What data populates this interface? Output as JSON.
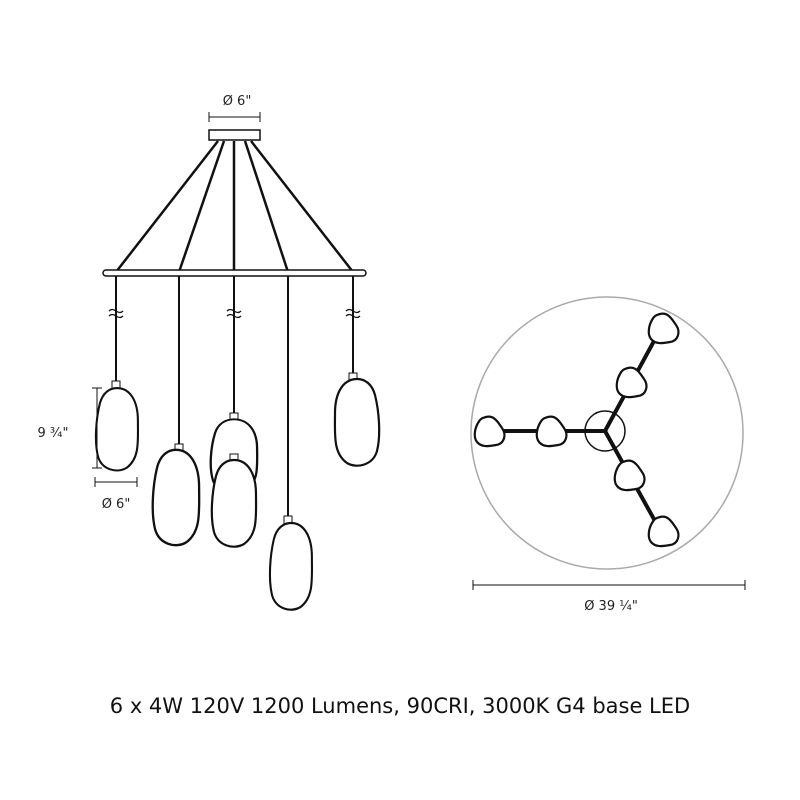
{
  "elevation": {
    "canopy_diameter_label": "Ø 6\"",
    "pendant_height_label": "9 ¾\"",
    "pendant_diameter_label": "Ø 6\"",
    "pendant_count": 6
  },
  "plan": {
    "overall_diameter_label": "Ø 39 ¼\""
  },
  "spec_text": "6 x 4W 120V 1200 Lumens, 90CRI, 3000K G4 base LED"
}
